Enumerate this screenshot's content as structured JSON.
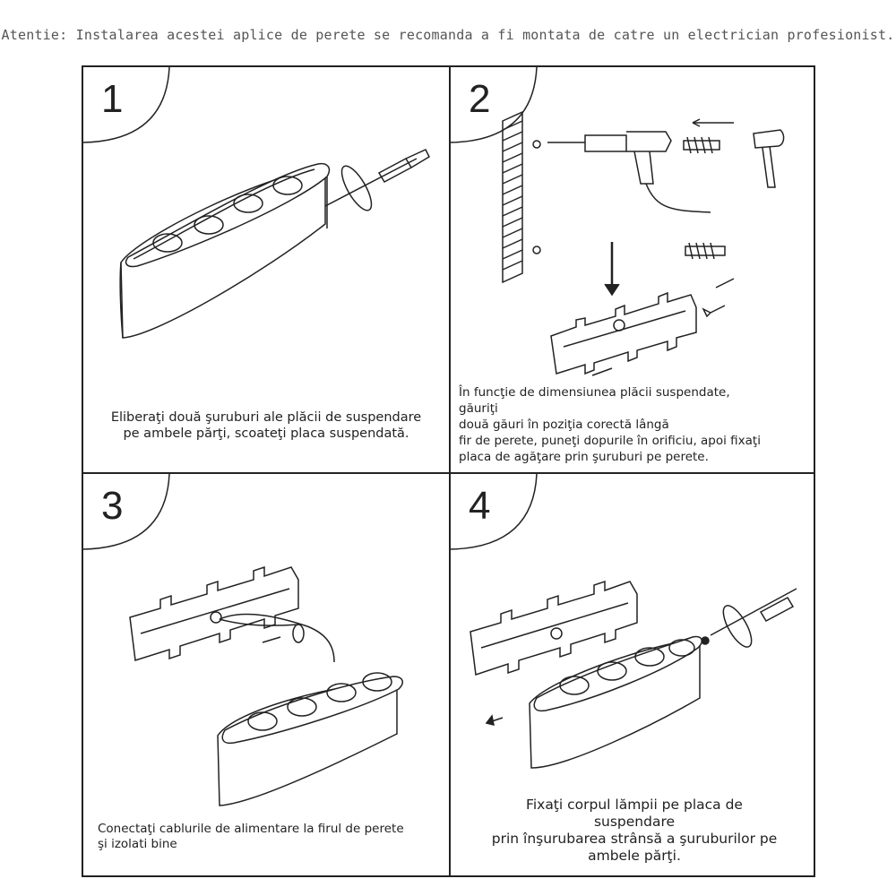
{
  "warning": "Atentie: Instalarea acestei aplice de perete se recomanda a fi montata de catre un electrician profesionist.",
  "steps": [
    {
      "number": "1",
      "lines": [
        "Eliberaţi două şuruburi ale plăcii de suspendare",
        "pe ambele părţi, scoateţi placa suspendată."
      ]
    },
    {
      "number": "2",
      "lines": [
        "În funcţie de dimensiunea plăcii suspendate,",
        "găuriţi",
        "două găuri în poziţia corectă lângă",
        "fir de perete, puneţi dopurile în orificiu, apoi fixaţi",
        "placa de agăţare prin şuruburi pe perete."
      ]
    },
    {
      "number": "3",
      "lines": [
        "Conectaţi cablurile de alimentare la firul de perete",
        "şi izolati bine"
      ]
    },
    {
      "number": "4",
      "lines": [
        "Fixaţi corpul lămpii pe placa de",
        "suspendare",
        "prin înşurubarea strânsă a şuruburilor pe",
        "ambele părţi."
      ]
    }
  ]
}
